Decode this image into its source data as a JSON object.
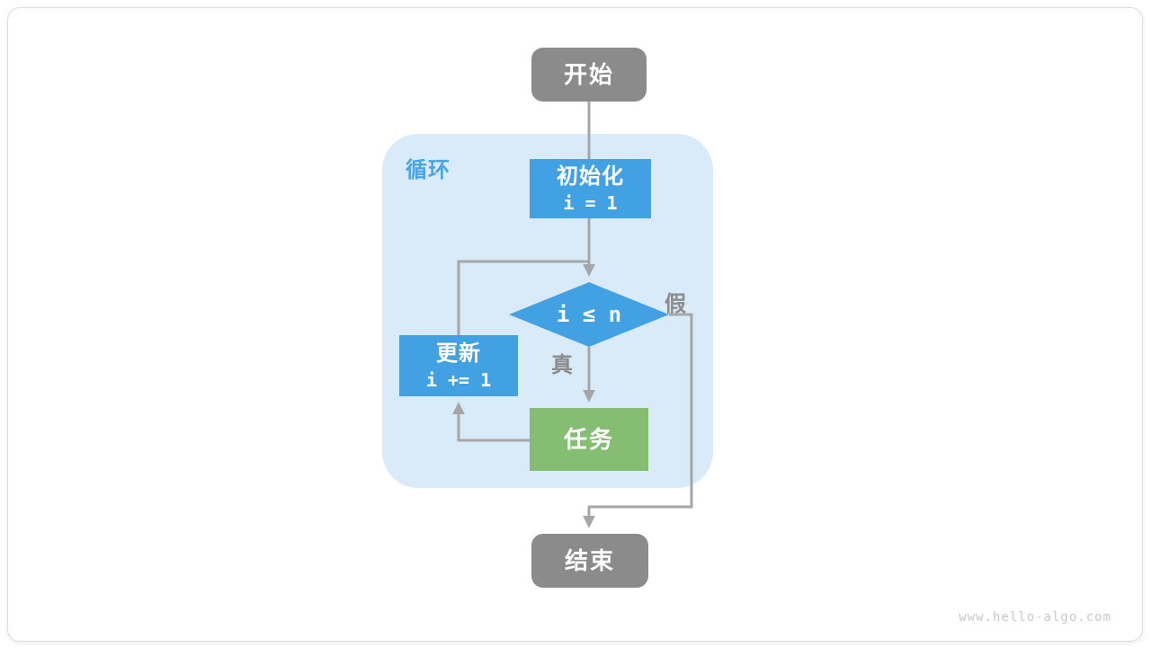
{
  "page": {
    "watermark": "www.hello-algo.com"
  },
  "flowchart": {
    "loop_region": {
      "label": "循环"
    },
    "nodes": {
      "start": {
        "label": "开始"
      },
      "init": {
        "title": "初始化",
        "code": "i = 1"
      },
      "condition": {
        "label": "i ≤ n"
      },
      "update": {
        "title": "更新",
        "code": "i += 1"
      },
      "task": {
        "label": "任务"
      },
      "end": {
        "label": "结束"
      }
    },
    "edges": {
      "true_label": "真",
      "false_label": "假"
    }
  },
  "colors": {
    "node-blue": "#42A1E3",
    "node-green": "#85BE73",
    "node-gray": "#8B8B8B",
    "region-blue": "#D9EAF9",
    "connector-gray": "#A6A6A6",
    "edge-label-gray": "#8C8C8C",
    "loop-label-blue": "#4AA4E6",
    "watermark-gray": "#C9C9C9"
  }
}
